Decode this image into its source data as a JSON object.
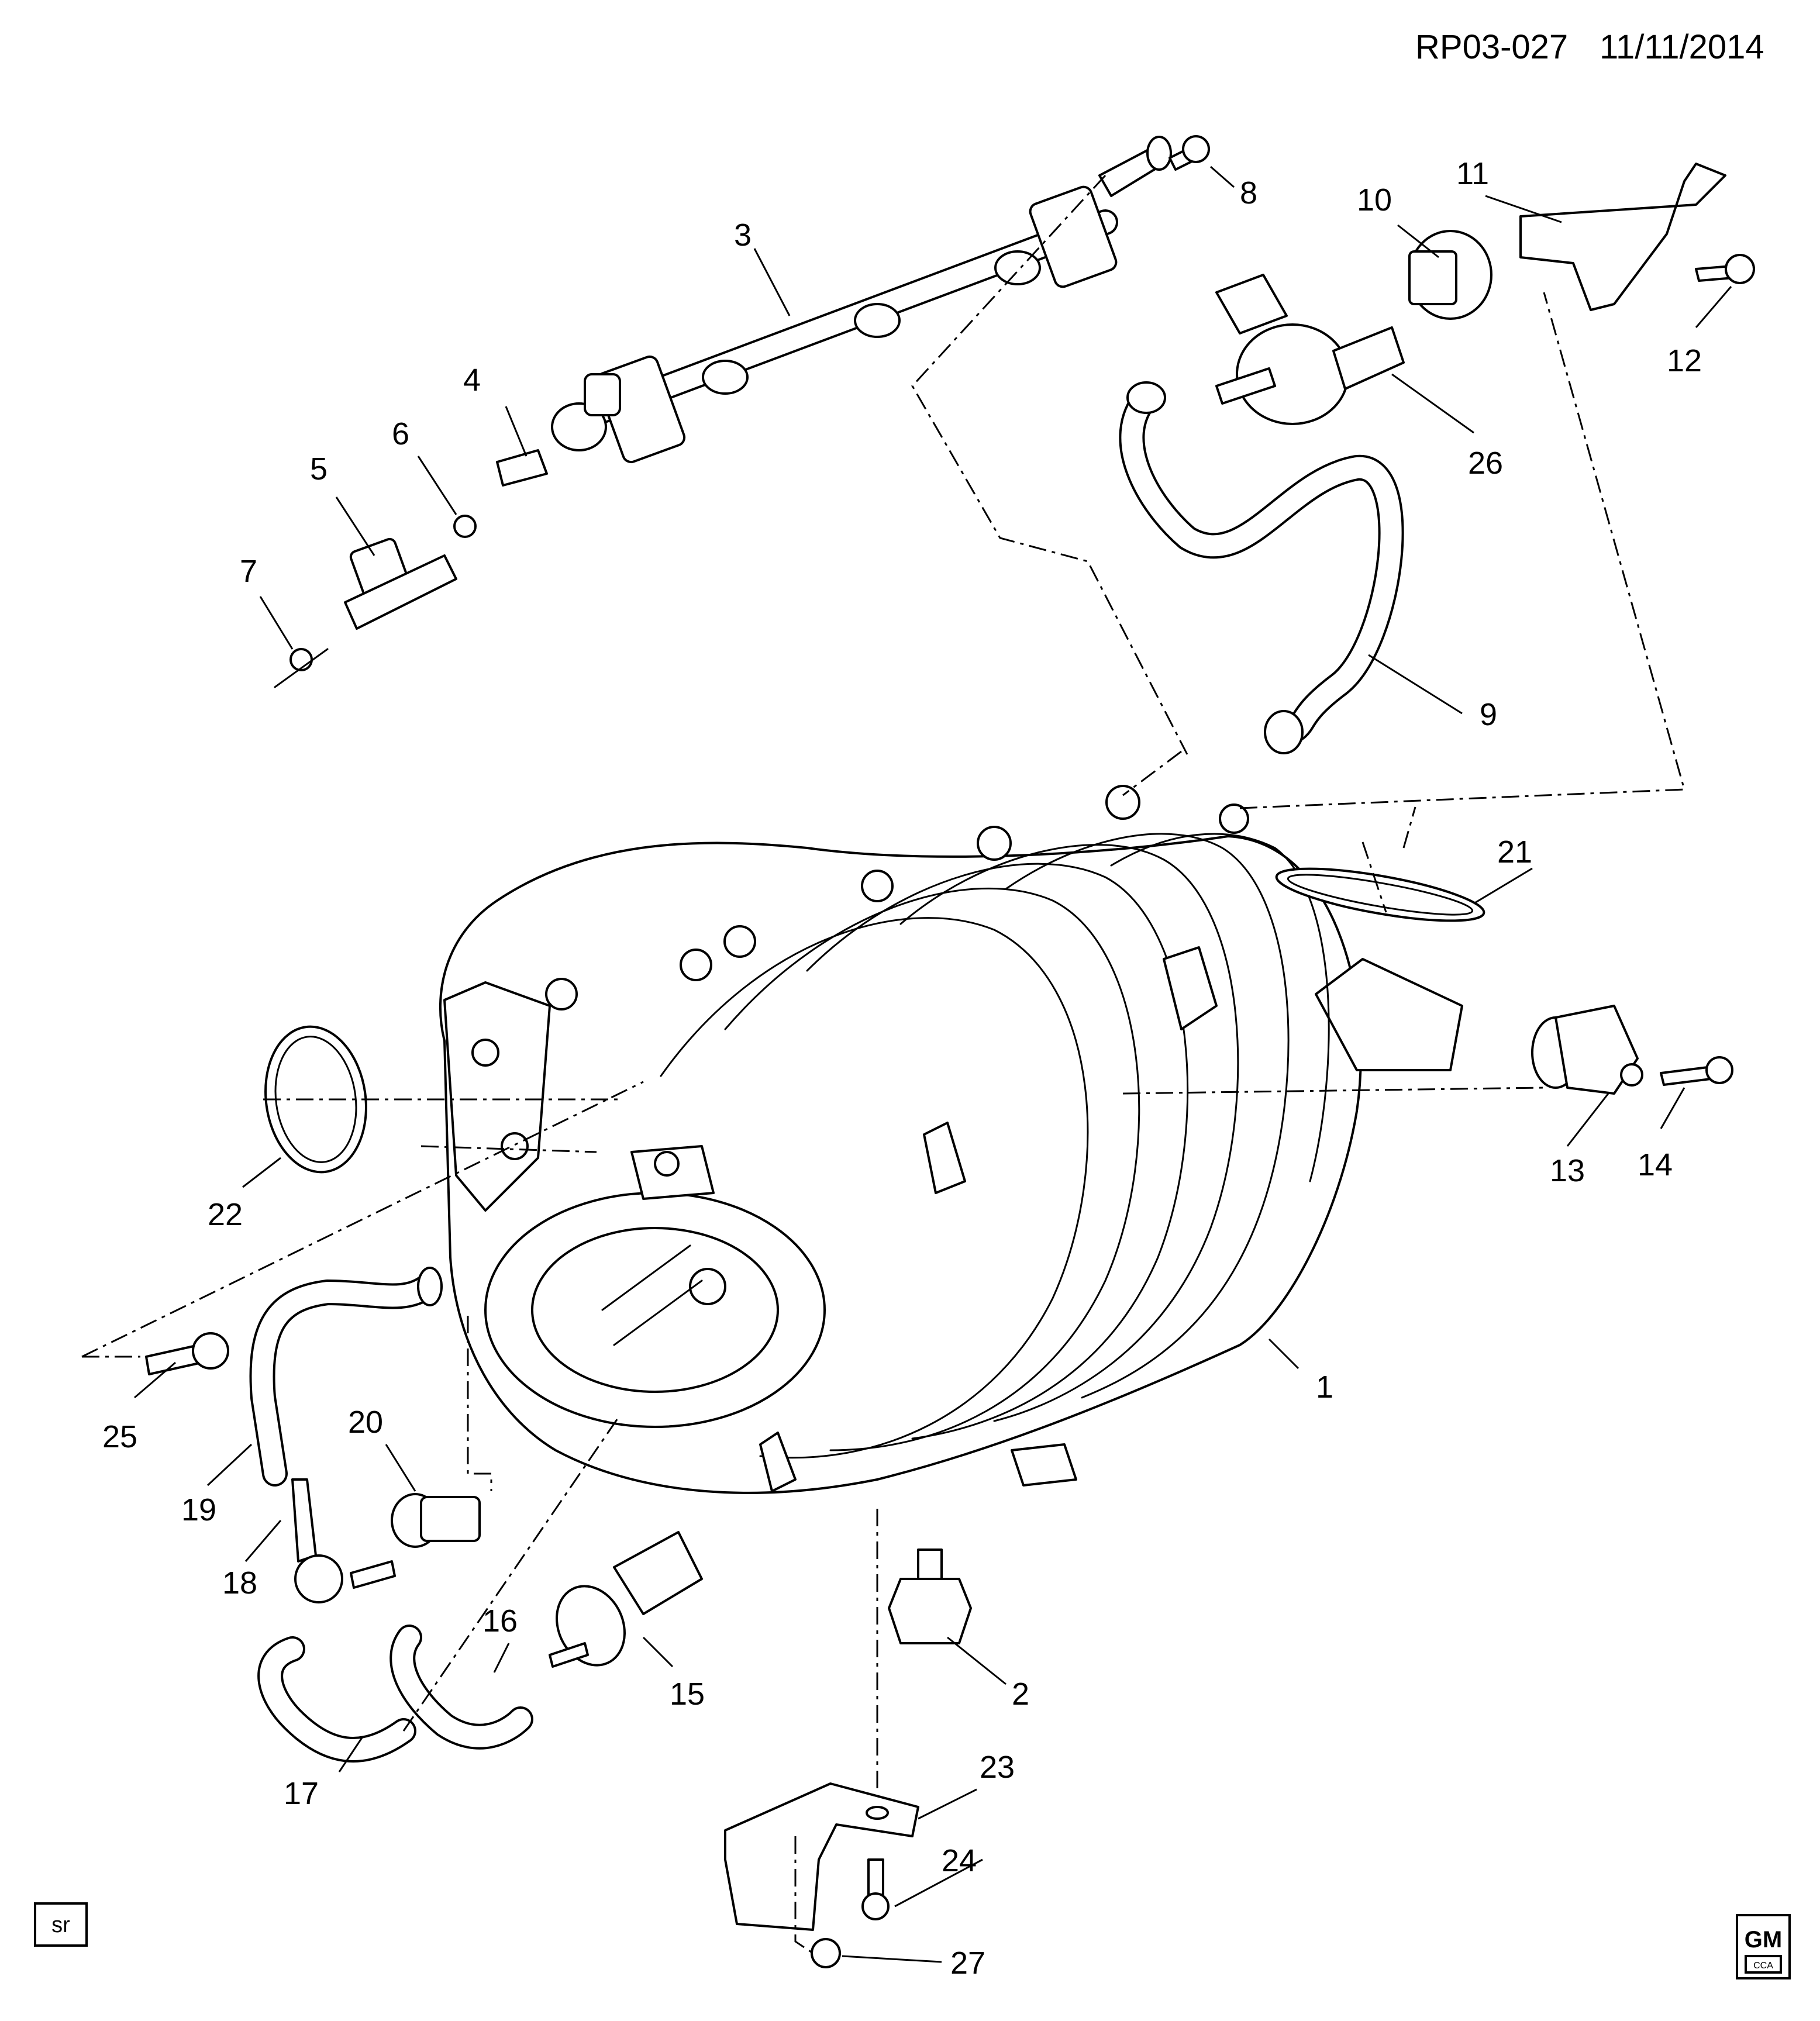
{
  "header": {
    "ref": "RP03-027",
    "date": "11/11/2014"
  },
  "footer": {
    "corner_tag": "sr",
    "logo_text": "GM",
    "logo_sub": "CCA"
  },
  "callouts": [
    {
      "id": "1",
      "label": "1"
    },
    {
      "id": "2",
      "label": "2"
    },
    {
      "id": "3",
      "label": "3"
    },
    {
      "id": "4",
      "label": "4"
    },
    {
      "id": "5",
      "label": "5"
    },
    {
      "id": "6",
      "label": "6"
    },
    {
      "id": "7",
      "label": "7"
    },
    {
      "id": "8",
      "label": "8"
    },
    {
      "id": "9",
      "label": "9"
    },
    {
      "id": "10",
      "label": "10"
    },
    {
      "id": "11",
      "label": "11"
    },
    {
      "id": "12",
      "label": "12"
    },
    {
      "id": "13",
      "label": "13"
    },
    {
      "id": "14",
      "label": "14"
    },
    {
      "id": "15",
      "label": "15"
    },
    {
      "id": "16",
      "label": "16"
    },
    {
      "id": "17",
      "label": "17"
    },
    {
      "id": "18",
      "label": "18"
    },
    {
      "id": "19",
      "label": "19"
    },
    {
      "id": "20",
      "label": "20"
    },
    {
      "id": "21",
      "label": "21"
    },
    {
      "id": "22",
      "label": "22"
    },
    {
      "id": "23",
      "label": "23"
    },
    {
      "id": "24",
      "label": "24"
    },
    {
      "id": "25",
      "label": "25"
    },
    {
      "id": "26",
      "label": "26"
    },
    {
      "id": "27",
      "label": "27"
    }
  ]
}
